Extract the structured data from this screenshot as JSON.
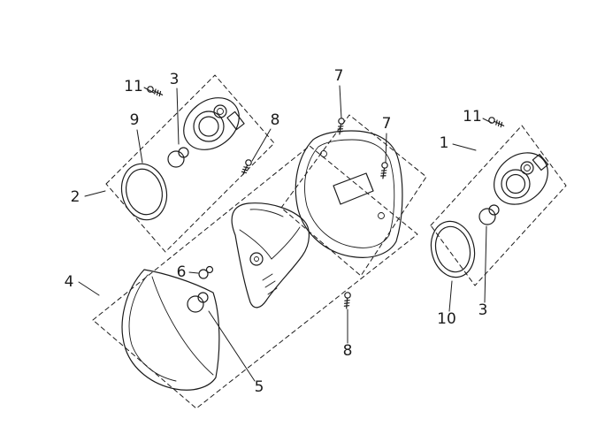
{
  "colors": {
    "ink": "#1c1c1c",
    "background": "#ffffff"
  },
  "diagram": {
    "callouts": [
      "11",
      "3",
      "9",
      "2",
      "8",
      "7",
      "7",
      "11",
      "1",
      "4",
      "6",
      "5",
      "8",
      "10",
      "3"
    ]
  }
}
